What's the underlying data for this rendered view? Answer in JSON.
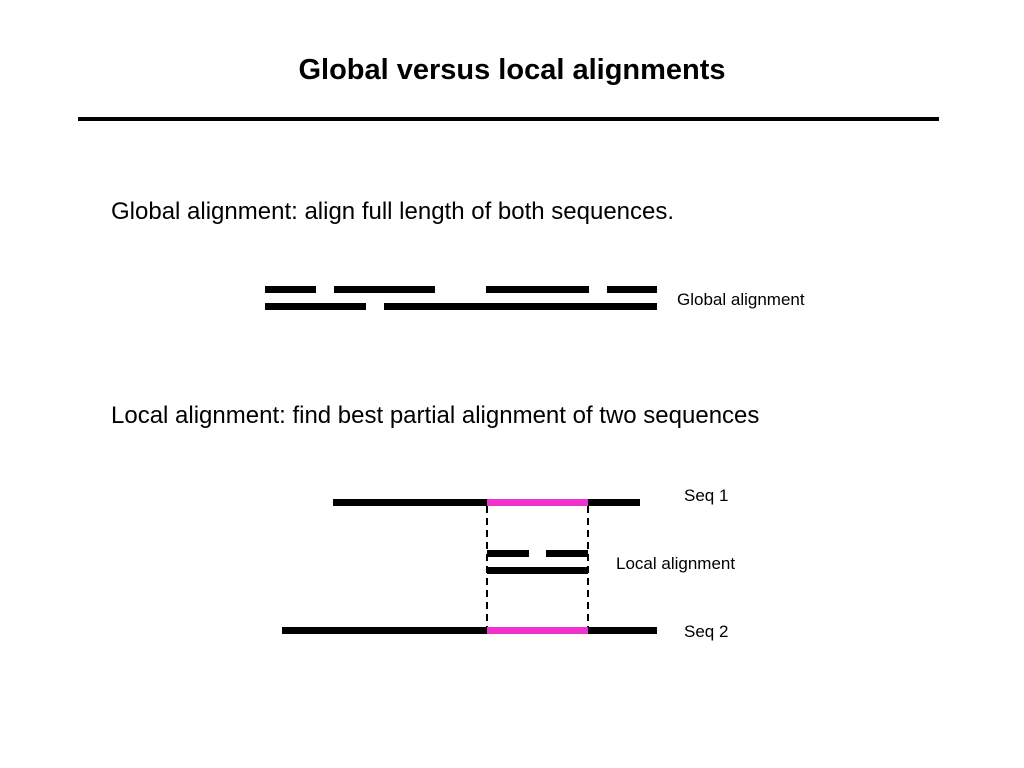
{
  "slide": {
    "title": "Global versus local alignments"
  },
  "global_section": {
    "description": "Global alignment: align full length of both sequences.",
    "label": "Global alignment"
  },
  "local_section": {
    "description": "Local alignment: find best partial alignment of two sequences",
    "seq1_label": "Seq 1",
    "local_label": "Local alignment",
    "seq2_label": "Seq 2"
  },
  "colors": {
    "line": "#000000",
    "aligned_region": "#ee33cc"
  }
}
